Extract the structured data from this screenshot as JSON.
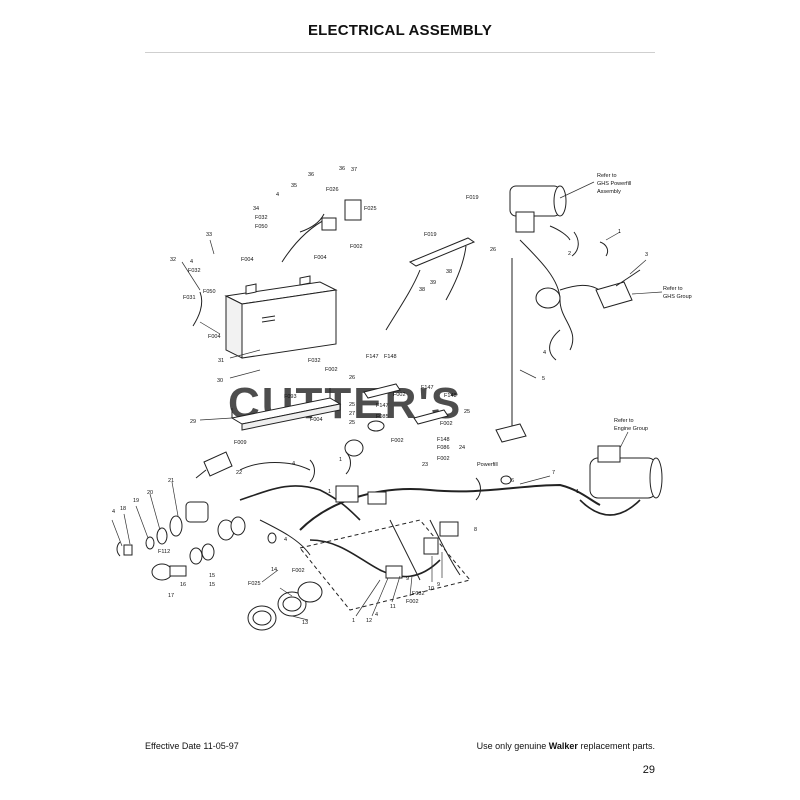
{
  "page": {
    "title": "ELECTRICAL ASSEMBLY",
    "watermark": "CUTTER'S",
    "effective_date": "Effective Date 11-05-97",
    "notice_prefix": "Use only genuine",
    "notice_brand": "Walker",
    "notice_suffix": "replacement parts.",
    "page_number": "29"
  },
  "references": {
    "ghs_powerfill_line1": "Refer to",
    "ghs_powerfill_line2": "GHS Powerfill",
    "ghs_powerfill_line3": "Assembly",
    "ghs_group_line1": "Refer to",
    "ghs_group_line2": "GHS Group",
    "engine_group_line1": "Refer to",
    "engine_group_line2": "Engine Group"
  },
  "labels": {
    "n1a": "1",
    "n1b": "1",
    "n1c": "1",
    "n1d": "1",
    "n1e": "1",
    "n2": "2",
    "n3": "3",
    "n4a": "4",
    "n4b": "4",
    "n4c": "4",
    "n4d": "4",
    "n4e": "4",
    "n4f": "4",
    "n5": "5",
    "n6": "6",
    "n7": "7",
    "n8": "8",
    "n9": "9",
    "n10": "10",
    "n11": "11",
    "n12": "12",
    "n13": "13",
    "n14": "14",
    "n15a": "15",
    "n15b": "15",
    "n16": "16",
    "n17": "17",
    "n18": "18",
    "n19": "19",
    "n20": "20",
    "n21": "21",
    "n22": "22",
    "n23": "23",
    "n24": "24",
    "n25a": "25",
    "n25b": "25",
    "n25c": "25",
    "n26a": "26",
    "n26b": "26",
    "n27": "27",
    "n29": "29",
    "n30": "30",
    "n31": "31",
    "n32": "32",
    "n33": "33",
    "n34": "34",
    "n35": "35",
    "n36a": "36",
    "n36b": "36",
    "n37": "37",
    "n38a": "38",
    "n38b": "38",
    "n39": "39",
    "f002a": "F002",
    "f002b": "F002",
    "f002c": "F002",
    "f002d": "F002",
    "f002e": "F002",
    "f002f": "F002",
    "f002g": "F002",
    "f002h": "F002",
    "f004a": "F004",
    "f004b": "F004",
    "f004c": "F004",
    "f004d": "F004",
    "f009": "F009",
    "f019a": "F019",
    "f019b": "F019",
    "f025a": "F025",
    "f025b": "F025",
    "f026": "F026",
    "f031": "F031",
    "f032a": "F032",
    "f032b": "F032",
    "f032c": "F032",
    "f032d": "F032",
    "f050a": "F050",
    "f050b": "F050",
    "f085": "F085",
    "f086": "F086",
    "f093": "F093",
    "f112": "F112",
    "f147a": "F147",
    "f147b": "F147",
    "f147c": "F147",
    "f148a": "F148",
    "f148b": "F148",
    "f148c": "F148",
    "powerfill": "Powerfill"
  }
}
